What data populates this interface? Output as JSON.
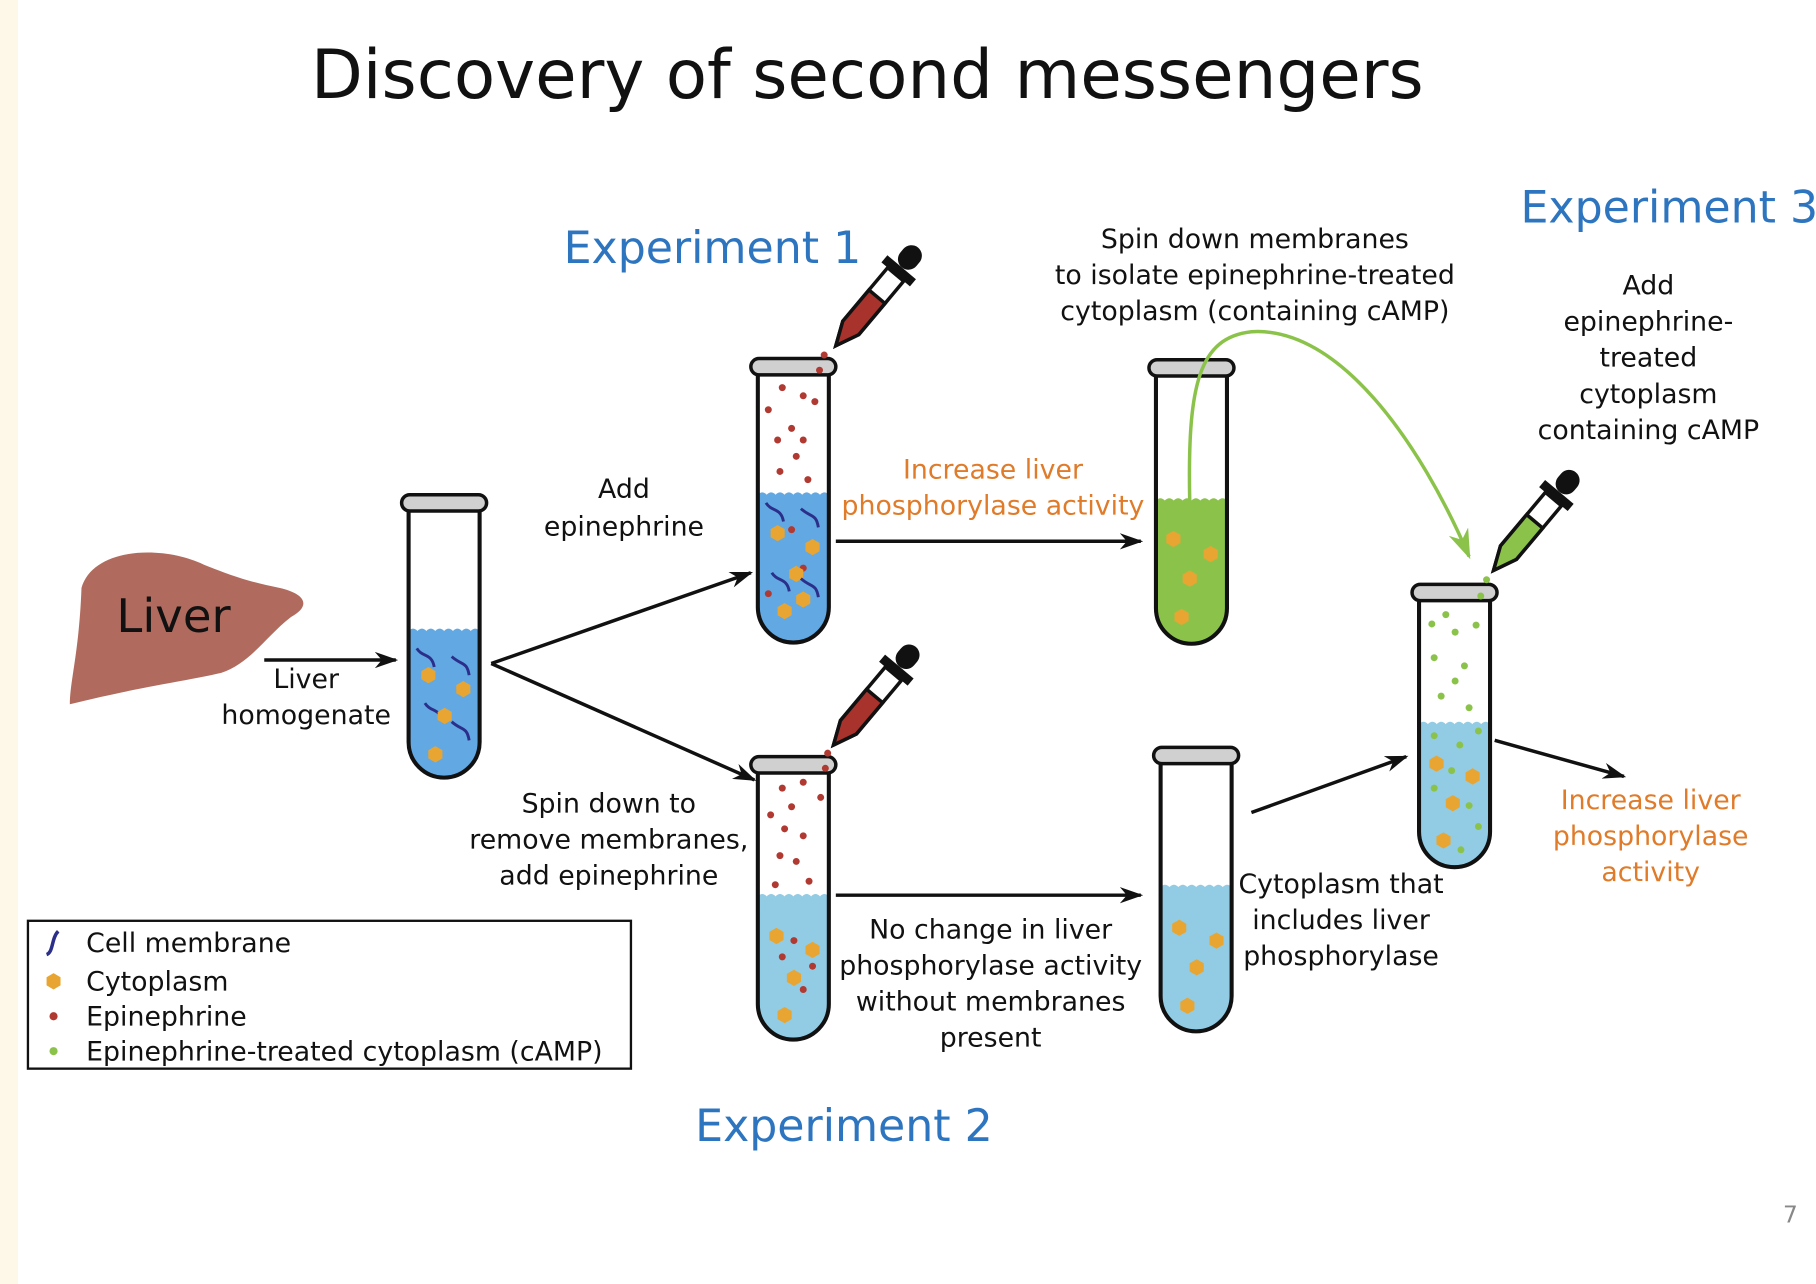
{
  "title": "Discovery of second messengers",
  "page_number": "7",
  "experiments": {
    "e1": "Experiment 1",
    "e2": "Experiment 2",
    "e3": "Experiment 3"
  },
  "labels": {
    "liver": "Liver",
    "homogenate": [
      "Liver",
      "homogenate"
    ],
    "add_epinephrine": [
      "Add",
      "epinephrine"
    ],
    "increase1": [
      "Increase liver",
      "phosphorylase activity"
    ],
    "spin_down_membranes": [
      "Spin down membranes",
      "to isolate epinephrine-treated",
      "cytoplasm (containing cAMP)"
    ],
    "add_treated": [
      "Add",
      "epinephrine-",
      "treated",
      "cytoplasm",
      "containing cAMP"
    ],
    "spin_remove": [
      "Spin down to",
      "remove membranes,",
      "add epinephrine"
    ],
    "no_change": [
      "No change in liver",
      "phosphorylase activity",
      "without membranes",
      "present"
    ],
    "cytoplasm_includes": [
      "Cytoplasm that",
      "includes liver",
      "phosphorylase"
    ],
    "increase3": [
      "Increase liver",
      "phosphorylase",
      "activity"
    ]
  },
  "legend": [
    {
      "label": "Cell membrane",
      "icon": "membrane-icon"
    },
    {
      "label": "Cytoplasm",
      "icon": "hexagon-icon"
    },
    {
      "label": "Epinephrine",
      "icon": "red-dot-icon"
    },
    {
      "label": "Epinephrine-treated cytoplasm (cAMP)",
      "icon": "green-dot-icon"
    }
  ],
  "colors": {
    "blue": "#62a8e2",
    "lightblue": "#92cce4",
    "green": "#8bc34a",
    "orange": "#e8a531",
    "red": "#b03a32",
    "accent": "#2e75c0",
    "orange_text": "#e07b2a"
  }
}
